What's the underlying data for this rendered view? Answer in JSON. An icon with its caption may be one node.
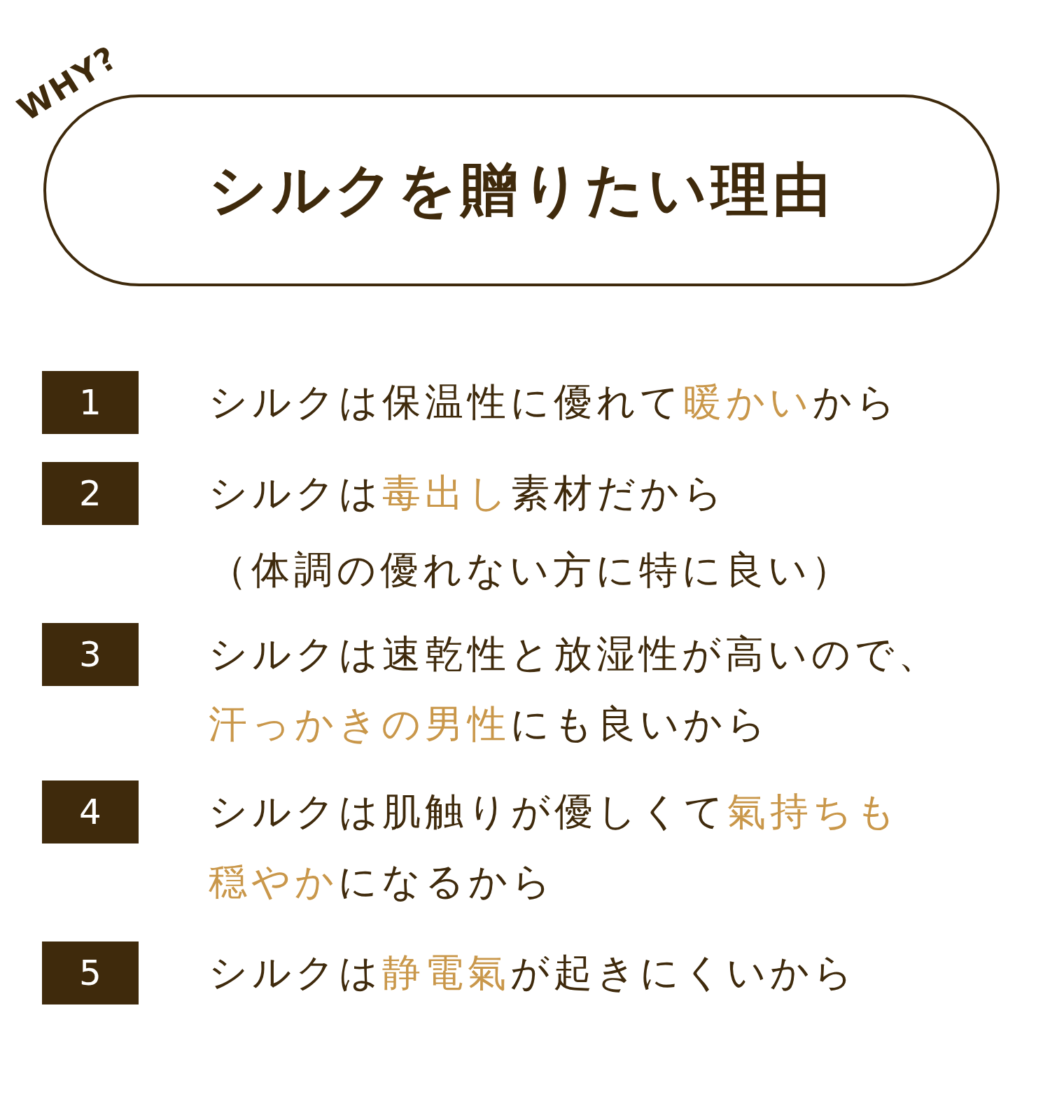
{
  "diagram": {
    "title": "シルクを贈りたい理由",
    "nodes": [
      {
        "text": [
          "1"
        ],
        "beside": [
          "シルクは保温性に優れて**暖かい**から"
        ]
      },
      {
        "text": [
          "2"
        ],
        "beside": [
          "シルクは**毒出し**素材だから",
          "（体調の優れない方に特に良い）"
        ]
      },
      {
        "text": [
          "3"
        ],
        "beside": [
          "シルクは速乾性と放湿性が高いので、**汗っかきの男性**にも良いから"
        ]
      },
      {
        "text": [
          "4"
        ],
        "beside": [
          "シルクは肌触りが優しくて**氣持ちも穏やか**になるから"
        ]
      },
      {
        "text": [
          "5"
        ],
        "beside": [
          "シルクは**静電氣**が起きにくいから"
        ]
      }
    ],
    "labels": [
      "WHY?"
    ]
  }
}
